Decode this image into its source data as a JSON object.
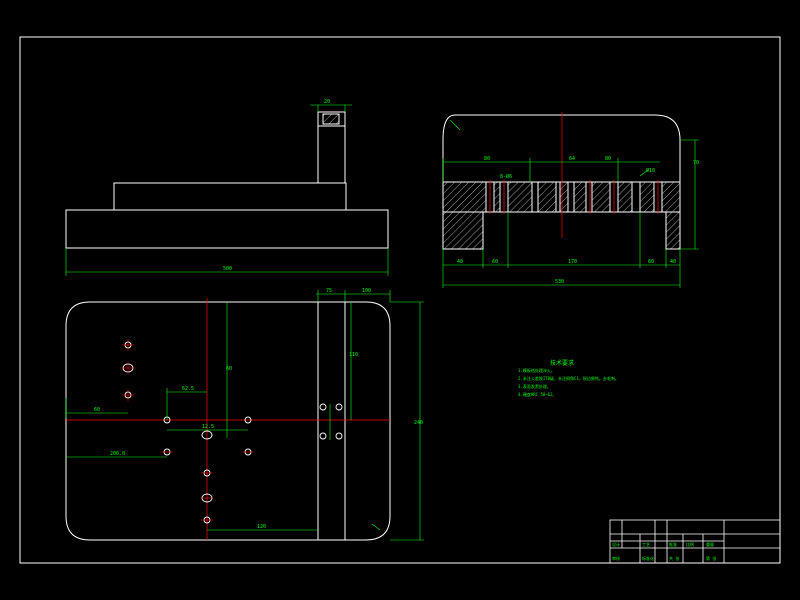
{
  "colors": {
    "background": "#000000",
    "outline": "#ffffff",
    "dimension": "#00ff00",
    "centerline": "#ff0000",
    "hatch": "#cccccc"
  },
  "drawing": {
    "front_view": {
      "overall_width_dim": "500",
      "stem_dim": "20"
    },
    "section_view": {
      "top_left_dim": "80",
      "top_center_dim": "64",
      "top_right_dim": "80",
      "bottom_dims": [
        "40",
        "60",
        "170",
        "60",
        "40"
      ],
      "overall_dim": "530",
      "height_dim": "70",
      "hole_labels": [
        "8-Ø6",
        "Ø10"
      ]
    },
    "plan_view": {
      "dims": [
        "60",
        "62.5",
        "200.0",
        "12.5",
        "120",
        "60",
        "75",
        "100",
        "110",
        "240"
      ]
    },
    "tech_notes": {
      "title": "技术要求",
      "lines": [
        "1.模板热处理淬火。",
        "2.未注公差按IT8级，未注倒角C1，锐边倒钝。去毛刺。",
        "3.表面发黑处理。",
        "4.硬度HRC 58~62。"
      ]
    },
    "title_block": {
      "labels": [
        "设计",
        "审核",
        "工艺",
        "标准化",
        "批准",
        "比例",
        "重量",
        "共  张",
        "第  张"
      ]
    }
  }
}
